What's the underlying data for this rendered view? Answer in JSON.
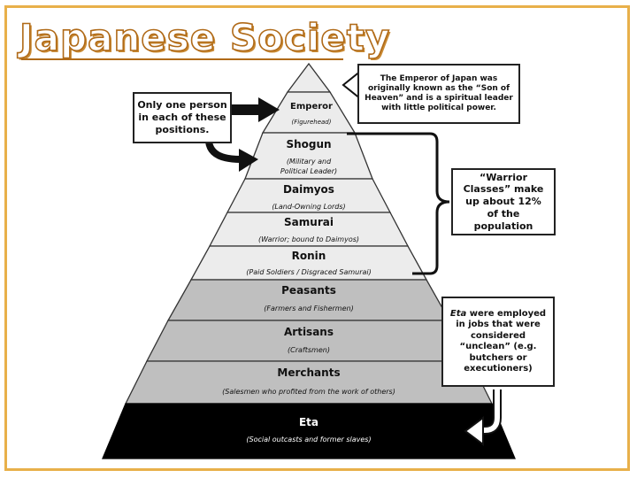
{
  "title": "Japanese Society",
  "pyramid": {
    "tiers": [
      {
        "name": "Emperor",
        "description": "(Figurehead)"
      },
      {
        "name": "Shogun",
        "description": "(Military and Political Leader)"
      },
      {
        "name": "Daimyos",
        "description": "(Land-Owning Lords)"
      },
      {
        "name": "Samurai",
        "description": "(Warrior; bound to Daimyos)"
      },
      {
        "name": "Ronin",
        "description": "(Paid Soldiers / Disgraced Samurai)"
      },
      {
        "name": "Peasants",
        "description": "(Farmers and Fishermen)"
      },
      {
        "name": "Artisans",
        "description": "(Craftsmen)"
      },
      {
        "name": "Merchants",
        "description": "(Salesmen who profited from the work of others)"
      },
      {
        "name": "Eta",
        "description": "(Social outcasts and former slaves)"
      }
    ],
    "shogun_description_line1": "(Military and",
    "shogun_description_line2": "Political Leader)"
  },
  "notes": {
    "one_person": "Only one person in each of these positions.",
    "emperor": "The Emperor of Japan was originally known as the “Son of Heaven” and is a spiritual leader with little political power.",
    "warrior": "“Warrior Classes” make up about 12% of the population",
    "eta_word": "Eta",
    "eta_rest": " were employed in jobs that were considered “unclean” (e.g. butchers or executioners)"
  },
  "colors": {
    "frame": "#e8b04a",
    "title_outline": "#b06a18",
    "upper_tiers": "#ececec",
    "lower_tiers": "#bfbfbf",
    "bottom_tier": "#000000"
  }
}
